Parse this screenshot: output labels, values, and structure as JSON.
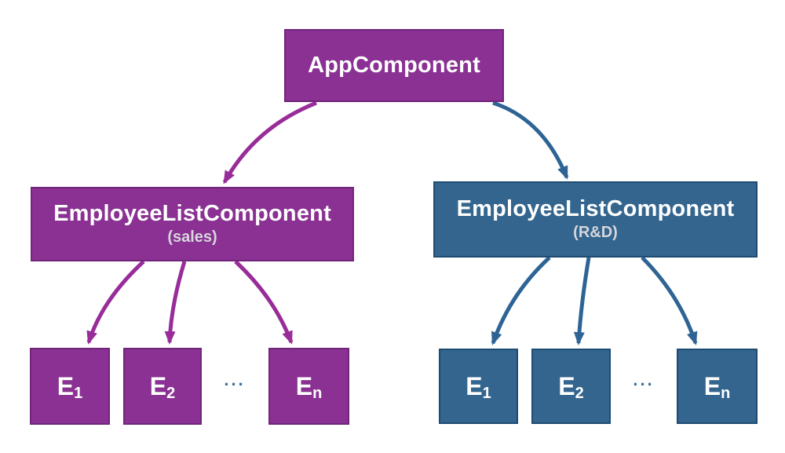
{
  "nodes": {
    "app": {
      "label": "AppComponent"
    },
    "sales": {
      "title": "EmployeeListComponent",
      "subtitle": "(sales)"
    },
    "rnd": {
      "title": "EmployeeListComponent",
      "subtitle": "(R&D)"
    },
    "sales_children": [
      {
        "base": "E",
        "sub": "1"
      },
      {
        "base": "E",
        "sub": "2"
      },
      {
        "base": "E",
        "sub": "n"
      }
    ],
    "rnd_children": [
      {
        "base": "E",
        "sub": "1"
      },
      {
        "base": "E",
        "sub": "2"
      },
      {
        "base": "E",
        "sub": "n"
      }
    ],
    "ellipsis": "..."
  },
  "colors": {
    "background": "#ffffff",
    "purple": "#8A3193",
    "purple_border": "#71257B",
    "purple_arrow": "#982C99",
    "blue": "#33658E",
    "blue_border": "#1E4B72",
    "blue_arrow": "#2E6495",
    "subtitle": "#D6D6DC",
    "ellipsis": "#3E6F9E"
  }
}
